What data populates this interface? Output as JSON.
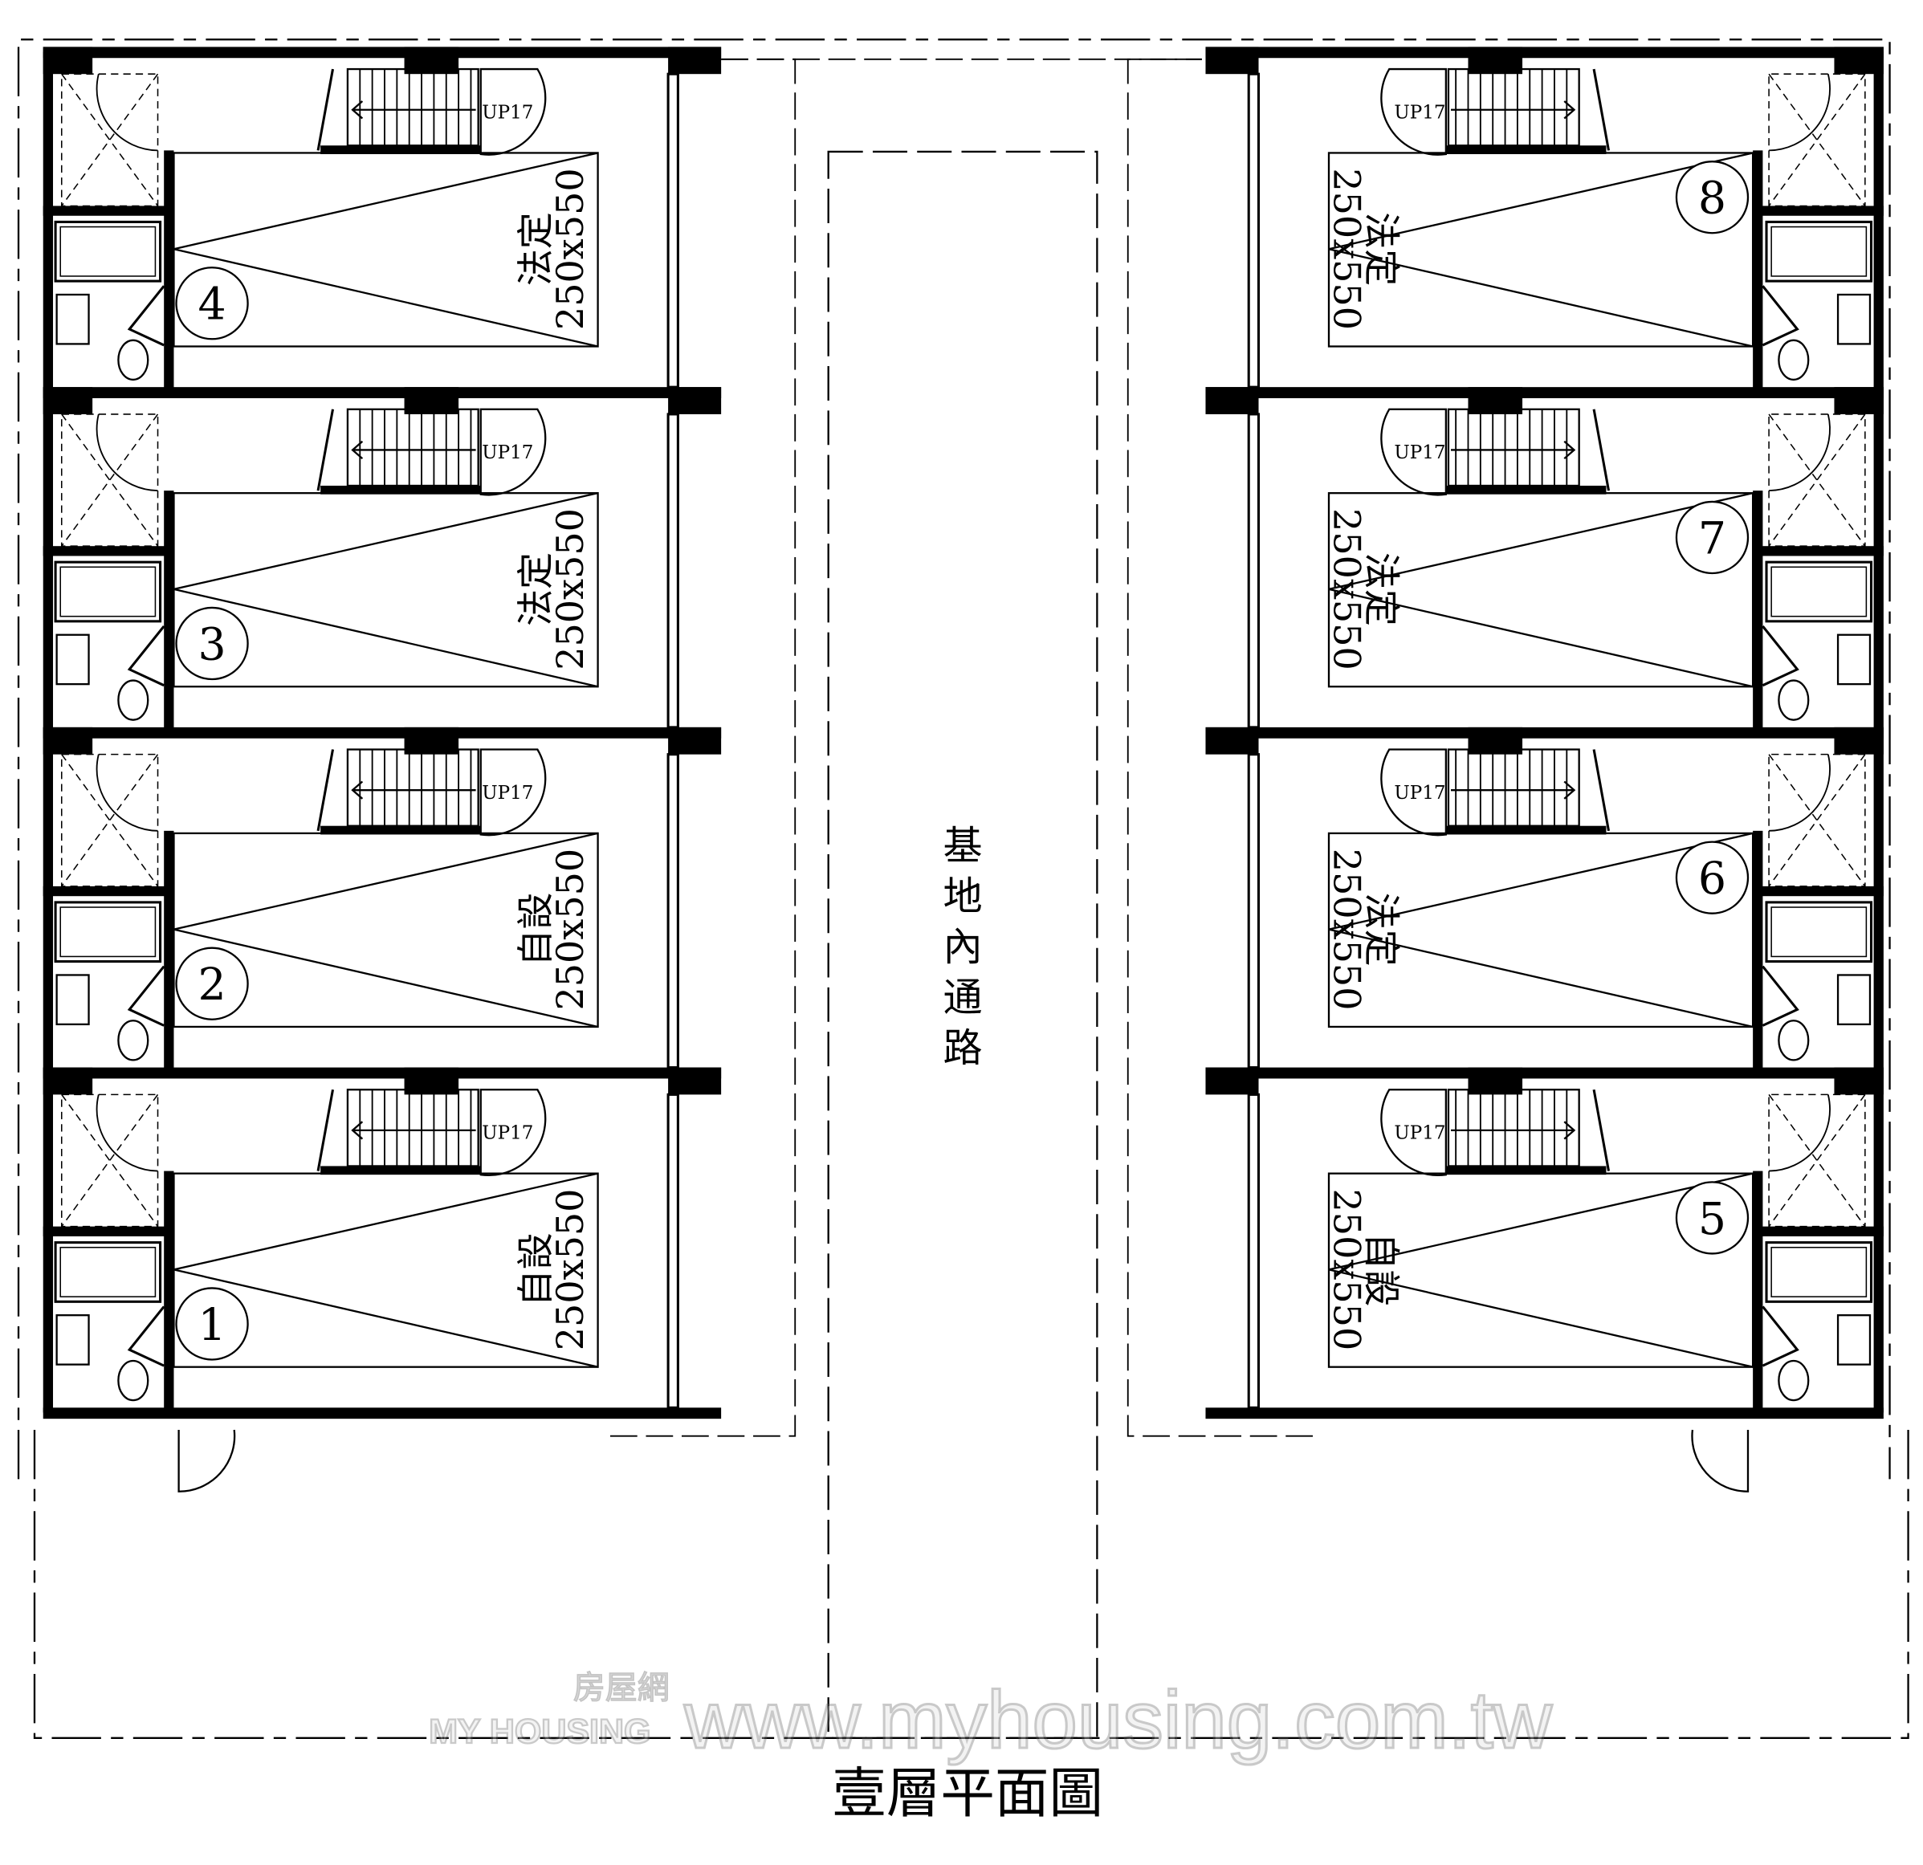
{
  "title": "壹層平面圖",
  "road_label": [
    "基",
    "地",
    "內",
    "通",
    "路"
  ],
  "stair_label": "UP17",
  "units_left": [
    {
      "number": "4",
      "type": "法定",
      "size": "250x550"
    },
    {
      "number": "3",
      "type": "法定",
      "size": "250x550"
    },
    {
      "number": "2",
      "type": "自設",
      "size": "250x550"
    },
    {
      "number": "1",
      "type": "自設",
      "size": "250x550"
    }
  ],
  "units_right": [
    {
      "number": "8",
      "type": "法定",
      "size": "250x550"
    },
    {
      "number": "7",
      "type": "法定",
      "size": "250x550"
    },
    {
      "number": "6",
      "type": "法定",
      "size": "250x550"
    },
    {
      "number": "5",
      "type": "自設",
      "size": "250x550"
    }
  ],
  "watermark": {
    "logo_cn": "房屋網",
    "logo_en": "MY HOUSING",
    "url": "www.myhousing.com.tw"
  }
}
